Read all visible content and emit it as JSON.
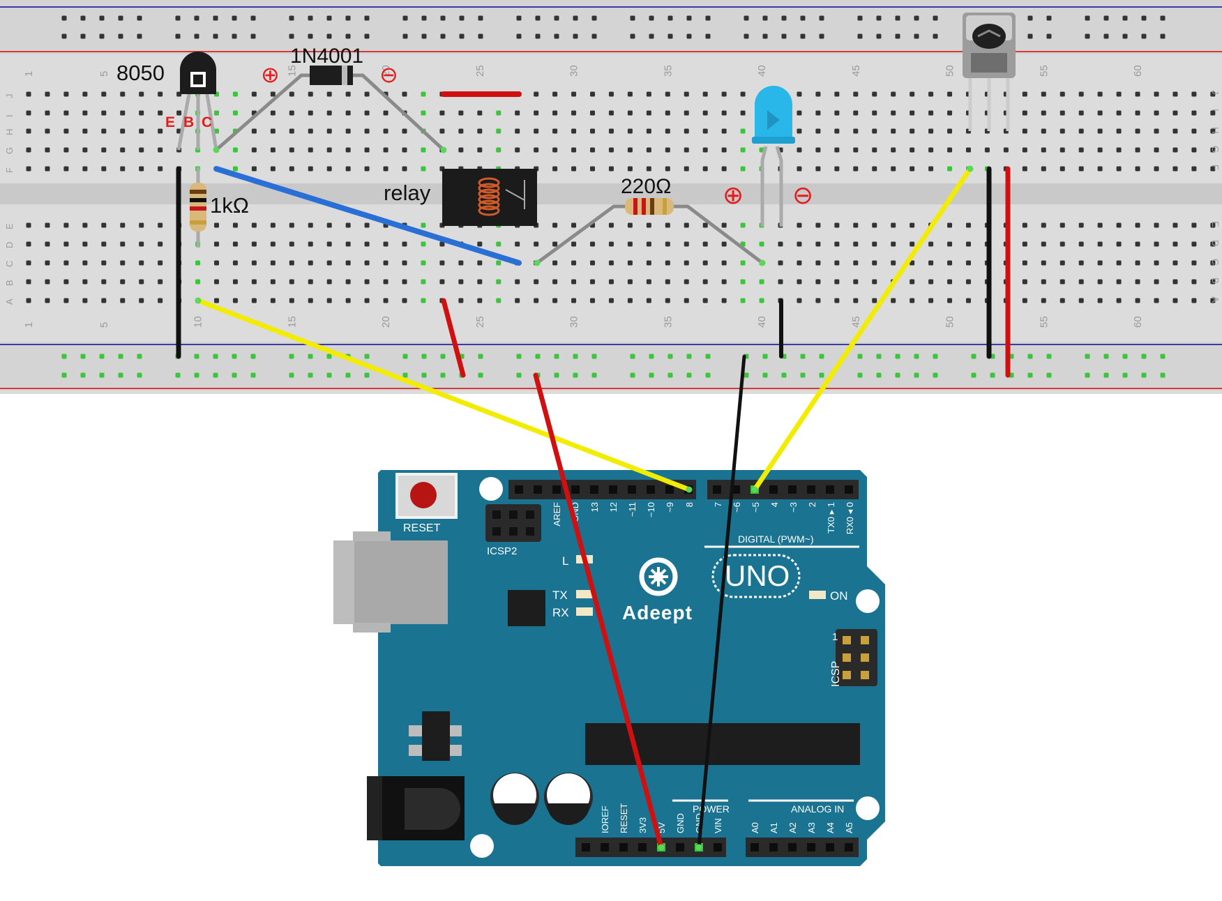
{
  "breadboard": {
    "col_numbers": [
      "1",
      "5",
      "10",
      "15",
      "20",
      "25",
      "30",
      "35",
      "40",
      "45",
      "50",
      "55",
      "60"
    ],
    "row_letters_top": [
      "J",
      "I",
      "H",
      "G",
      "F"
    ],
    "row_letters_bottom": [
      "E",
      "D",
      "C",
      "B",
      "A"
    ]
  },
  "components": {
    "transistor": {
      "label": "8050",
      "pin_e": "E",
      "pin_b": "B",
      "pin_c": "C"
    },
    "diode": {
      "label": "1N4001",
      "plus": "⊕",
      "minus": "⊖"
    },
    "relay": {
      "label": "relay"
    },
    "resistor_1k": {
      "label": "1kΩ"
    },
    "resistor_220": {
      "label": "220Ω"
    },
    "led": {
      "plus": "⊕",
      "minus": "⊖",
      "color": "#29b6e8"
    }
  },
  "arduino": {
    "reset_label": "RESET",
    "icsp2_label": "ICSP2",
    "icsp_label": "ICSP",
    "icsp_pin1": "1",
    "brand": "Adeept",
    "model": "UNO",
    "on_label": "ON",
    "l_label": "L",
    "tx_label": "TX",
    "rx_label": "RX",
    "digital_label": "DIGITAL (PWM~)",
    "power_label": "POWER",
    "analog_label": "ANALOG IN",
    "digital_pins": [
      "AREF",
      "GND",
      "13",
      "12",
      "~11",
      "~10",
      "~9",
      "8",
      "7",
      "~6",
      "~5",
      "4",
      "~3",
      "2",
      "TX0 ▸ 1",
      "RX0 ◂ 0"
    ],
    "power_pins": [
      "IOREF",
      "RESET",
      "3V3",
      "5V",
      "GND",
      "GND",
      "VIN"
    ],
    "analog_pins": [
      "A0",
      "A1",
      "A2",
      "A3",
      "A4",
      "A5"
    ],
    "board_color": "#1a7391"
  },
  "wire_colors": {
    "red": "#d01010",
    "black": "#111111",
    "yellow": "#f2ec00",
    "blue": "#2a6fd6",
    "gray": "#808080"
  }
}
